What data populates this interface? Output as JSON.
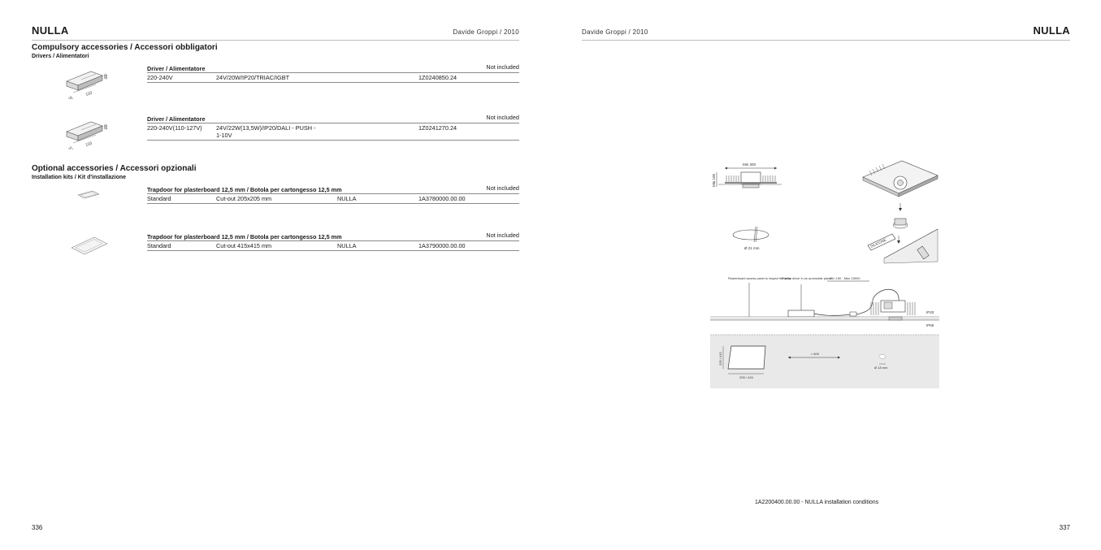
{
  "left": {
    "brand": "NULLA",
    "designer": "Davide Groppi / 2010",
    "section1": {
      "title": "Compulsory accessories / Accessori obbligatori",
      "subtitle": "Drivers / Alimentatori",
      "tables": [
        {
          "header": "Driver / Alimentatore",
          "availability": "Not included",
          "voltage": "220-240V",
          "spec": "24V/20W/IP20/TRIAC/IGBT",
          "code": "1Z0240850.24",
          "dims": {
            "w": "110",
            "d": "35",
            "h": "22"
          }
        },
        {
          "header": "Driver / Alimentatore",
          "availability": "Not included",
          "voltage": "220-240V(110-127V)",
          "spec_line1": "24V/22W(13,5W)/IP20/DALI - PUSH -",
          "spec_line2": "1-10V",
          "code": "1Z0241270.24",
          "dims": {
            "w": "110",
            "d": "32",
            "h": "22"
          }
        }
      ]
    },
    "section2": {
      "title": "Optional accessories / Accessori opzionali",
      "subtitle": "Installation kits / Kit d'installazione",
      "tables": [
        {
          "header": "Trapdoor for plasterboard 12,5 mm / Botola per cartongesso 12,5 mm",
          "availability": "Not included",
          "variant": "Standard",
          "cutout": "Cut-out 205x205 mm",
          "product": "NULLA",
          "code": "1A3780000.00.00"
        },
        {
          "header": "Trapdoor for plasterboard 12,5 mm / Botola per cartongesso 12,5 mm",
          "availability": "Not included",
          "variant": "Standard",
          "cutout": "Cut-out 415x415 mm",
          "product": "NULLA",
          "code": "1A3790000.00.00"
        }
      ]
    },
    "page_number": "336"
  },
  "right": {
    "brand": "NULLA",
    "designer": "Davide Groppi / 2010",
    "drawing_labels": {
      "min300": "Min 300",
      "min100": "Min 100",
      "d21": "Ø 21 mm",
      "silicone": "SILICONE",
      "plasterboard": "Plasterboard access panel to inspect the lamp",
      "driver_place": "Put the driver in an accessible place",
      "cable_range": "Min 150 - Max 15000",
      "ip20": "IP20",
      "ip65": "IP65",
      "panel_size_v": "205 / 415",
      "panel_size_h": "205 / 415",
      "distance": "≈ 500",
      "d18": "Ø 18 mm"
    },
    "caption": "1A2200400.00.00 - NULLA installation conditions",
    "page_number": "337"
  }
}
